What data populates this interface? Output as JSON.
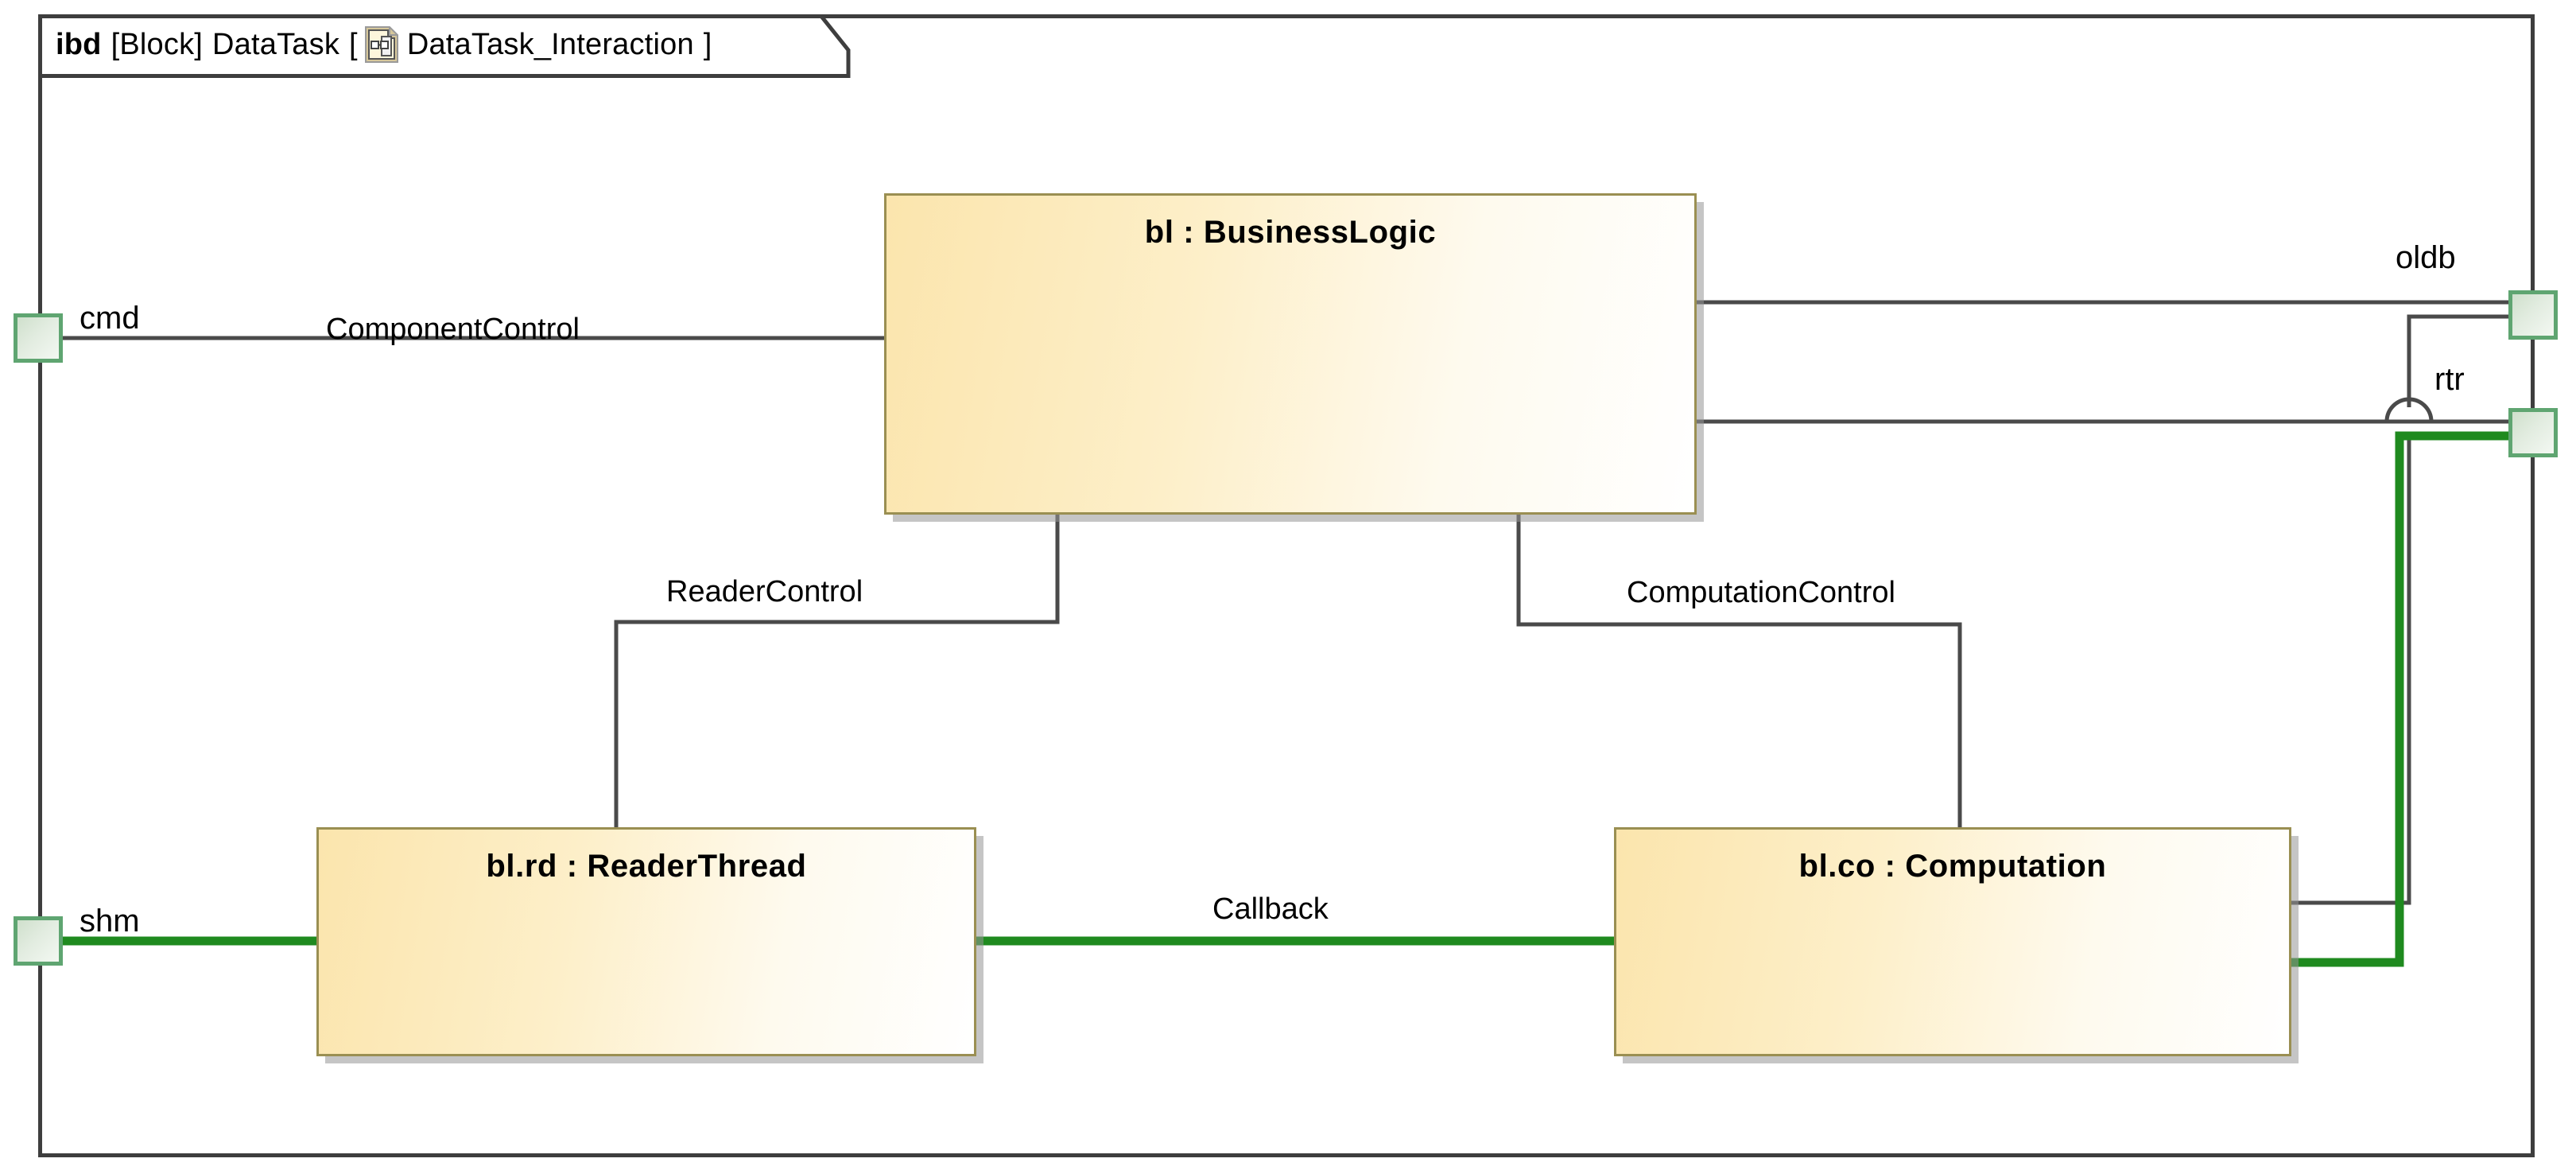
{
  "diagram": {
    "kind_keyword": "ibd",
    "stereotype": "[Block]",
    "block_name": "DataTask",
    "bracket_open": "[",
    "icon_name": "ibd-diagram-icon",
    "diagram_name": "DataTask_Interaction",
    "bracket_close": "]",
    "frame_border_color": "#3e3e3e",
    "background_color": "#ffffff"
  },
  "blocks": [
    {
      "id": "bl",
      "title": "bl : BusinessLogic",
      "fill_start": "#fbe5ad",
      "fill_end": "#ffffff",
      "border": "#9a8f52"
    },
    {
      "id": "rd",
      "title": "bl.rd : ReaderThread",
      "fill_start": "#fbe5ad",
      "fill_end": "#ffffff",
      "border": "#9a8f52"
    },
    {
      "id": "co",
      "title": "bl.co : Computation",
      "fill_start": "#fbe5ad",
      "fill_end": "#ffffff",
      "border": "#9a8f52"
    }
  ],
  "ports": [
    {
      "id": "cmd",
      "label": "cmd",
      "side": "left",
      "border": "#5fa571",
      "fill": "#e2ece0"
    },
    {
      "id": "shm",
      "label": "shm",
      "side": "left",
      "border": "#5fa571",
      "fill": "#e2ece0"
    },
    {
      "id": "oldb",
      "label": "oldb",
      "side": "right",
      "border": "#5fa571",
      "fill": "#e2ece0"
    },
    {
      "id": "rtr",
      "label": "rtr",
      "side": "right",
      "border": "#5fa571",
      "fill": "#e2ece0"
    }
  ],
  "connectors": [
    {
      "id": "componentcontrol",
      "label": "ComponentControl",
      "color": "#4a4a4a",
      "width": 5,
      "from": "cmd",
      "to": "bl"
    },
    {
      "id": "readercontrol",
      "label": "ReaderControl",
      "color": "#4a4a4a",
      "width": 5,
      "from": "bl",
      "to": "bl.rd"
    },
    {
      "id": "computationcontrol",
      "label": "ComputationControl",
      "color": "#4a4a4a",
      "width": 5,
      "from": "bl",
      "to": "bl.co"
    },
    {
      "id": "callback",
      "label": "Callback",
      "color": "#1f8a1f",
      "width": 11,
      "from": "bl.rd",
      "to": "bl.co"
    },
    {
      "id": "oldb-link",
      "label": "",
      "color": "#4a4a4a",
      "width": 5,
      "from": "oldb",
      "to": "bl.co"
    },
    {
      "id": "rtr-link",
      "label": "",
      "color": "#1f8a1f",
      "width": 11,
      "from": "rtr",
      "to": "bl.co"
    },
    {
      "id": "shm-link",
      "label": "",
      "color": "#1f8a1f",
      "width": 11,
      "from": "shm",
      "to": "bl.rd"
    },
    {
      "id": "bl-oldb-link",
      "label": "",
      "color": "#4a4a4a",
      "width": 5,
      "from": "bl",
      "to": "oldb"
    },
    {
      "id": "bl-rtr-link",
      "label": "",
      "color": "#4a4a4a",
      "width": 5,
      "from": "bl",
      "to": "rtr"
    }
  ]
}
